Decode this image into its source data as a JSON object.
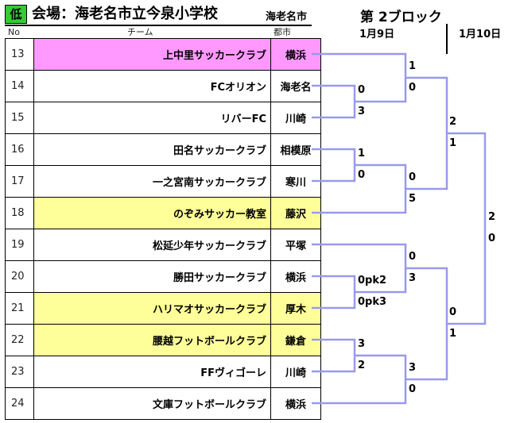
{
  "header": {
    "badge": "低",
    "venue": "会場：海老名市立今泉小学校",
    "city": "海老名市",
    "block": "第 2ブロック",
    "date1": "1月9日",
    "date2": "1月10日"
  },
  "columns": {
    "no": "No",
    "team": "チーム",
    "city": "都市"
  },
  "colors": {
    "pink": "#ff99ff",
    "yellow": "#ffff99",
    "bracket": "#9999ee",
    "badge": "#33cc33"
  },
  "teams": [
    {
      "no": "13",
      "name": "上中里サッカークラブ",
      "city": "横浜",
      "highlight": "pink"
    },
    {
      "no": "14",
      "name": "FCオリオン",
      "city": "海老名",
      "highlight": ""
    },
    {
      "no": "15",
      "name": "リバーFC",
      "city": "川崎",
      "highlight": ""
    },
    {
      "no": "16",
      "name": "田名サッカークラブ",
      "city": "相模原",
      "highlight": ""
    },
    {
      "no": "17",
      "name": "一之宮南サッカークラブ",
      "city": "寒川",
      "highlight": ""
    },
    {
      "no": "18",
      "name": "のぞみサッカー教室",
      "city": "藤沢",
      "highlight": "yellow"
    },
    {
      "no": "19",
      "name": "松延少年サッカークラブ",
      "city": "平塚",
      "highlight": ""
    },
    {
      "no": "20",
      "name": "勝田サッカークラブ",
      "city": "横浜",
      "highlight": ""
    },
    {
      "no": "21",
      "name": "ハリマオサッカークラブ",
      "city": "厚木",
      "highlight": "yellow"
    },
    {
      "no": "22",
      "name": "腰越フットボールクラブ",
      "city": "鎌倉",
      "highlight": "yellow"
    },
    {
      "no": "23",
      "name": "FFヴィゴーレ",
      "city": "川崎",
      "highlight": ""
    },
    {
      "no": "24",
      "name": "文庫フットボールクラブ",
      "city": "横浜",
      "highlight": ""
    }
  ],
  "scores": [
    {
      "id": "s-14-15-top",
      "text": "0"
    },
    {
      "id": "s-14-15-bot",
      "text": "3"
    },
    {
      "id": "s-r1a-top",
      "text": "1"
    },
    {
      "id": "s-r1a-bot",
      "text": "0"
    },
    {
      "id": "s-16-17-top",
      "text": "1"
    },
    {
      "id": "s-16-17-bot",
      "text": "0"
    },
    {
      "id": "s-r1b-top",
      "text": "0"
    },
    {
      "id": "s-r1b-bot",
      "text": "5"
    },
    {
      "id": "s-q1-top",
      "text": "2"
    },
    {
      "id": "s-q1-bot",
      "text": "1"
    },
    {
      "id": "s-20-21-top",
      "text": "0pk2"
    },
    {
      "id": "s-20-21-bot",
      "text": "0pk3"
    },
    {
      "id": "s-r1c-top",
      "text": "0"
    },
    {
      "id": "s-r1c-bot",
      "text": "3"
    },
    {
      "id": "s-22-23-top",
      "text": "3"
    },
    {
      "id": "s-22-23-bot",
      "text": "2"
    },
    {
      "id": "s-r1d-top",
      "text": "3"
    },
    {
      "id": "s-r1d-bot",
      "text": "0"
    },
    {
      "id": "s-q2-top",
      "text": "0"
    },
    {
      "id": "s-q2-bot",
      "text": "1"
    },
    {
      "id": "s-final-top",
      "text": "2"
    },
    {
      "id": "s-final-bot",
      "text": "0"
    }
  ]
}
